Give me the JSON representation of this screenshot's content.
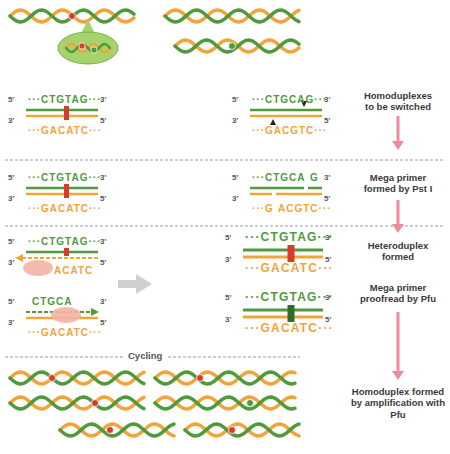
{
  "diagram": {
    "labels": [
      "5'",
      "···CTGTAG···",
      "3'",
      "3'",
      "5'",
      "···GACATC···",
      "5'",
      "···CTGCAG···",
      "3'",
      "3'",
      "5'",
      "···GACGTC···",
      "Homoduplexes to be switched",
      "5'",
      "···CTGTAG···",
      "3'",
      "3'",
      "5'",
      "···GACATC···",
      "5'",
      "···CTGCA",
      "G",
      "3'",
      "3'",
      "5'",
      "···G",
      "ACGTC···",
      "Mega primer formed by Pst I",
      "5'",
      "···CTGTAG···",
      "3'",
      "3'",
      "5'",
      "ACATC",
      "5'",
      "···CTGTAG···",
      "3'",
      "3'",
      "5'",
      "···GACATC···",
      "Heteroduplex formed",
      "5'",
      "CTGCA",
      "3'",
      "3'",
      "5'",
      "···GACATC···",
      "5'",
      "···CTGTAG···",
      "3'",
      "3'",
      "5'",
      "···GACATC···",
      "Mega primer proofread by Pfu",
      "Cycling",
      "Homoduplex formed by amplification with Pfu"
    ]
  }
}
